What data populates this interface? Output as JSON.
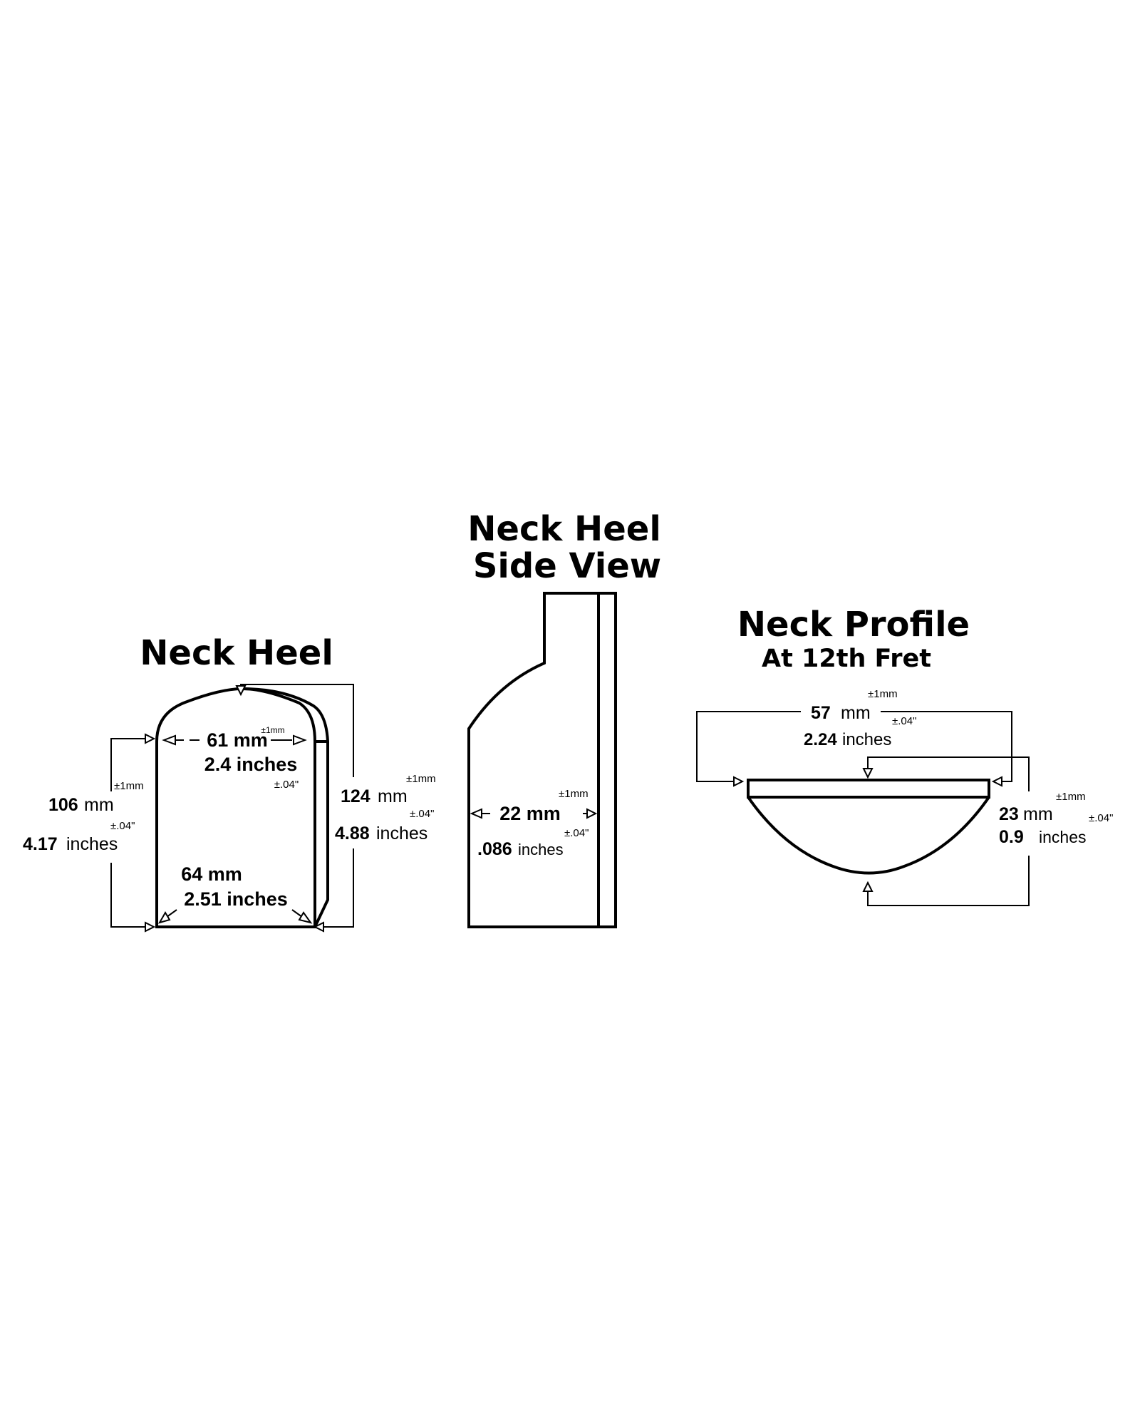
{
  "neck_heel": {
    "title": "Neck Heel",
    "width_top": {
      "mm": "61 mm",
      "tol_mm": "±1mm",
      "inches": "2.4 inches",
      "tol_in": "±.04\""
    },
    "height_left": {
      "mm_value": "106",
      "mm_unit": "mm",
      "tol_mm": "±1mm",
      "inches_value": "4.17",
      "inches_unit": "inches",
      "tol_in": "±.04\""
    },
    "height_right": {
      "mm_value": "124",
      "mm_unit": "mm",
      "tol_mm": "±1mm",
      "inches_value": "4.88",
      "inches_unit": "inches",
      "tol_in": "±.04\""
    },
    "width_bottom": {
      "mm": "64 mm",
      "inches": "2.51 inches"
    }
  },
  "side_view": {
    "title_line1": "Neck Heel",
    "title_line2": "Side View",
    "depth": {
      "mm": "22 mm",
      "tol_mm": "±1mm",
      "inches_value": ".086",
      "inches_unit": "inches",
      "tol_in": "±.04\""
    }
  },
  "neck_profile": {
    "title": "Neck Profile",
    "subtitle": "At 12th Fret",
    "width": {
      "mm_value": "57",
      "mm_unit": "mm",
      "tol_mm": "±1mm",
      "inches_value": "2.24",
      "inches_unit": "inches",
      "tol_in": "±.04\""
    },
    "depth": {
      "mm_value": "23",
      "mm_unit": "mm",
      "tol_mm": "±1mm",
      "inches_value": "0.9",
      "inches_unit": "inches",
      "tol_in": "±.04\""
    }
  }
}
